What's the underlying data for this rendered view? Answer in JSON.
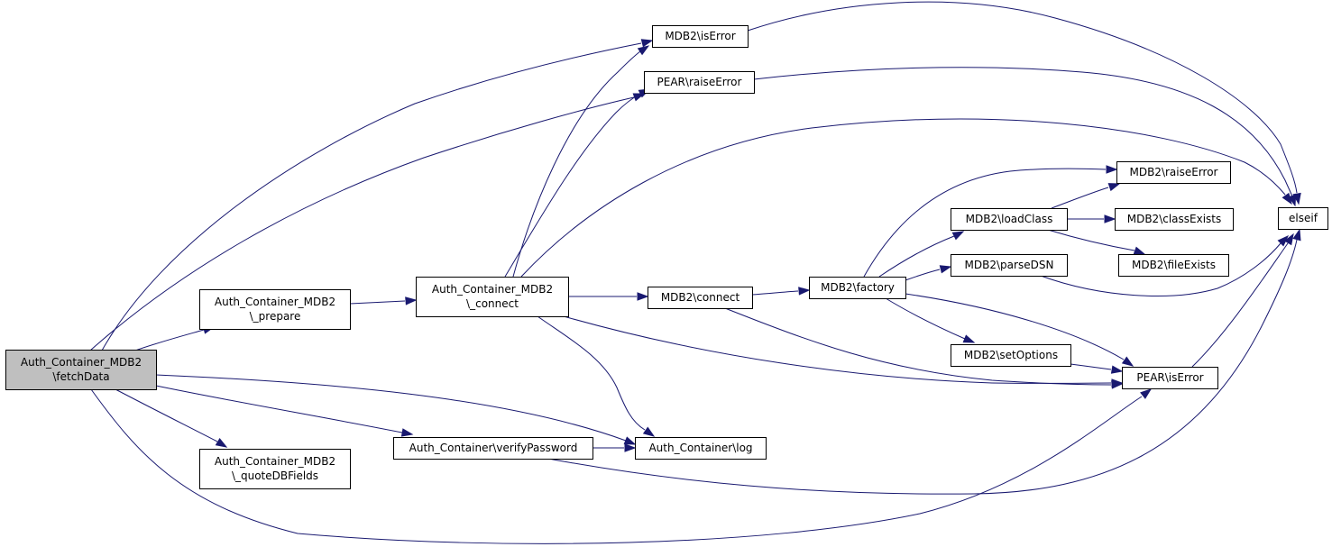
{
  "colors": {
    "edge": "#191970",
    "node_fill": "#ffffff",
    "root_fill": "#bfbfbf",
    "node_border": "#000000"
  },
  "nodes": [
    {
      "id": "fetchData",
      "lines": [
        "Auth_Container_MDB2",
        "\\fetchData"
      ],
      "root": true
    },
    {
      "id": "prepare",
      "lines": [
        "Auth_Container_MDB2",
        "\\_prepare"
      ]
    },
    {
      "id": "quoteDBFields",
      "lines": [
        "Auth_Container_MDB2",
        "\\_quoteDBFields"
      ]
    },
    {
      "id": "connectAuth",
      "lines": [
        "Auth_Container_MDB2",
        "\\_connect"
      ]
    },
    {
      "id": "verifyPassword",
      "lines": [
        "Auth_Container\\verifyPassword"
      ]
    },
    {
      "id": "log",
      "lines": [
        "Auth_Container\\log"
      ]
    },
    {
      "id": "isErrorMDB2",
      "lines": [
        "MDB2\\isError"
      ]
    },
    {
      "id": "raiseErrorPEAR",
      "lines": [
        "PEAR\\raiseError"
      ]
    },
    {
      "id": "connectMDB2",
      "lines": [
        "MDB2\\connect"
      ]
    },
    {
      "id": "factory",
      "lines": [
        "MDB2\\factory"
      ]
    },
    {
      "id": "loadClass",
      "lines": [
        "MDB2\\loadClass"
      ]
    },
    {
      "id": "parseDSN",
      "lines": [
        "MDB2\\parseDSN"
      ]
    },
    {
      "id": "setOptions",
      "lines": [
        "MDB2\\setOptions"
      ]
    },
    {
      "id": "raiseErrorMDB2",
      "lines": [
        "MDB2\\raiseError"
      ]
    },
    {
      "id": "classExists",
      "lines": [
        "MDB2\\classExists"
      ]
    },
    {
      "id": "fileExists",
      "lines": [
        "MDB2\\fileExists"
      ]
    },
    {
      "id": "isErrorPEAR",
      "lines": [
        "PEAR\\isError"
      ]
    },
    {
      "id": "elseif",
      "lines": [
        "elseif"
      ]
    }
  ],
  "edges": [
    {
      "from": "fetchData",
      "to": "isErrorMDB2"
    },
    {
      "from": "fetchData",
      "to": "raiseErrorPEAR"
    },
    {
      "from": "fetchData",
      "to": "prepare"
    },
    {
      "from": "fetchData",
      "to": "log"
    },
    {
      "from": "fetchData",
      "to": "verifyPassword"
    },
    {
      "from": "fetchData",
      "to": "quoteDBFields"
    },
    {
      "from": "fetchData",
      "to": "isErrorPEAR"
    },
    {
      "from": "prepare",
      "to": "connectAuth"
    },
    {
      "from": "connectAuth",
      "to": "isErrorMDB2"
    },
    {
      "from": "connectAuth",
      "to": "raiseErrorPEAR"
    },
    {
      "from": "connectAuth",
      "to": "elseif"
    },
    {
      "from": "connectAuth",
      "to": "connectMDB2"
    },
    {
      "from": "connectAuth",
      "to": "isErrorPEAR"
    },
    {
      "from": "connectAuth",
      "to": "log"
    },
    {
      "from": "verifyPassword",
      "to": "log"
    },
    {
      "from": "verifyPassword",
      "to": "elseif"
    },
    {
      "from": "isErrorMDB2",
      "to": "elseif"
    },
    {
      "from": "raiseErrorPEAR",
      "to": "elseif"
    },
    {
      "from": "connectMDB2",
      "to": "factory"
    },
    {
      "from": "connectMDB2",
      "to": "isErrorPEAR"
    },
    {
      "from": "factory",
      "to": "raiseErrorMDB2"
    },
    {
      "from": "factory",
      "to": "loadClass"
    },
    {
      "from": "factory",
      "to": "parseDSN"
    },
    {
      "from": "factory",
      "to": "setOptions"
    },
    {
      "from": "factory",
      "to": "isErrorPEAR"
    },
    {
      "from": "loadClass",
      "to": "raiseErrorMDB2"
    },
    {
      "from": "loadClass",
      "to": "classExists"
    },
    {
      "from": "loadClass",
      "to": "fileExists"
    },
    {
      "from": "parseDSN",
      "to": "elseif"
    },
    {
      "from": "setOptions",
      "to": "isErrorPEAR"
    },
    {
      "from": "isErrorPEAR",
      "to": "elseif"
    }
  ]
}
